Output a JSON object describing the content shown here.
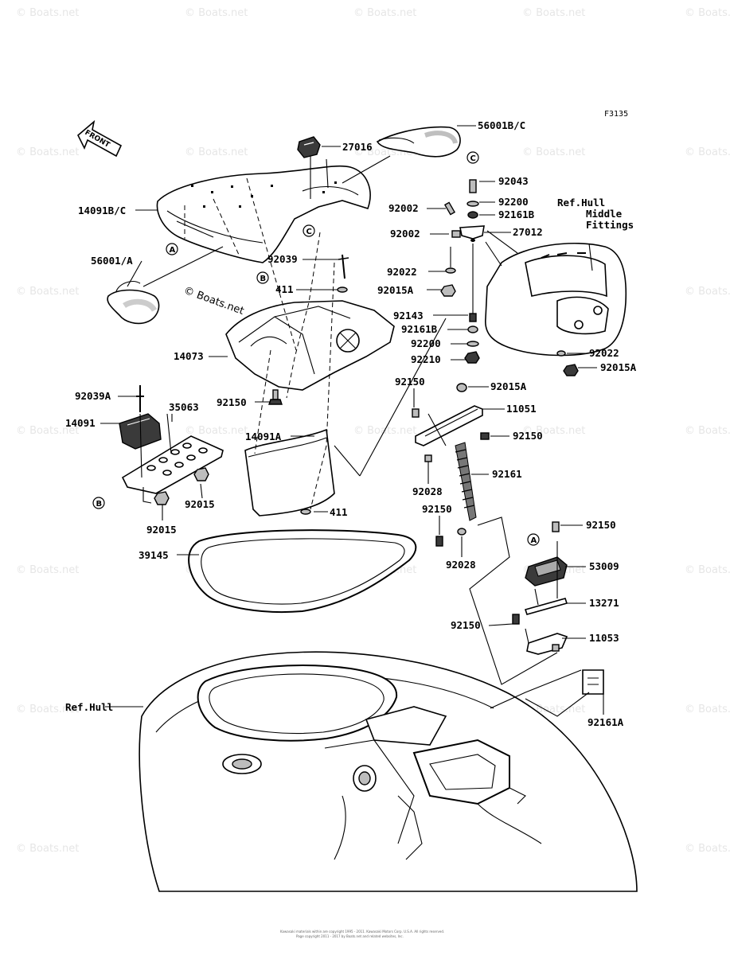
{
  "figure_code": "F3135",
  "front_label": "FRONT",
  "watermark": "© Boats.net",
  "center_watermark": "© Boats.net",
  "footer_line1": "Kawasaki materials within are copyright 1995 - 2011. Kawasaki Motors Corp. U.S.A. All rights reserved.",
  "footer_line2": "Page copyright 2011 - 2017 by Boats.net and related websites, Inc.",
  "labels": {
    "p56001bc": "56001B/C",
    "p27016": "27016",
    "p14091bc": "14091B/C",
    "p56001a": "56001/A",
    "p92039": "92039",
    "p411a": "411",
    "p14073": "14073",
    "p92150a": "92150",
    "p92039a": "92039A",
    "p35063": "35063",
    "p14091": "14091",
    "p14091a": "14091A",
    "p92015a_left": "92015",
    "p92015b_left": "92015",
    "p411b": "411",
    "p39145": "39145",
    "refhull": "Ref.Hull",
    "p92043": "92043",
    "p92200a": "92200",
    "p92002a": "92002",
    "p92161ba": "92161B",
    "p92002b": "92002",
    "p27012": "27012",
    "p92022a": "92022",
    "p92015aa": "92015A",
    "p92143": "92143",
    "p92161bb": "92161B",
    "p92200b": "92200",
    "p92210": "92210",
    "ref_hull_middle_1": "Ref.Hull",
    "ref_hull_middle_2": "Middle",
    "ref_hull_middle_3": "Fittings",
    "p92022b": "92022",
    "p92015ab": "92015A",
    "p92150b": "92150",
    "p92015ac": "92015A",
    "p11051": "11051",
    "p92150c": "92150",
    "p92028a": "92028",
    "p92161": "92161",
    "p92150d": "92150",
    "p92028b": "92028",
    "p92150e": "92150",
    "p53009": "53009",
    "p13271": "13271",
    "p92150f": "92150",
    "p11053": "11053",
    "p92161a": "92161A"
  },
  "callouts": {
    "a": "A",
    "b": "B",
    "c": "C"
  }
}
